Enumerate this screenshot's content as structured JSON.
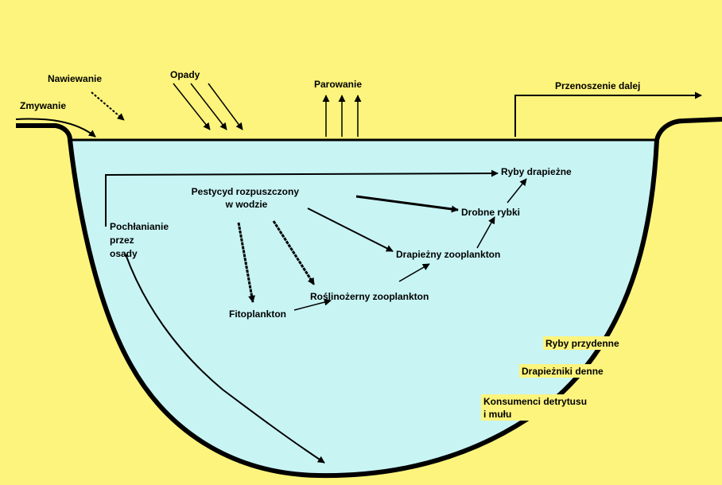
{
  "colors": {
    "background": "#fcf47c",
    "water": "#c8f4f4",
    "outline": "#000000",
    "label_highlight": "#fcf47c"
  },
  "labels": {
    "zmywanie": "Zmywanie",
    "nawiewanie": "Nawiewanie",
    "opady": "Opady",
    "parowanie": "Parowanie",
    "przenoszenie": "Przenoszenie dalej",
    "pestycyd_line1": "Pestycyd rozpuszczony",
    "pestycyd_line2": "w wodzie",
    "pochlanianie_line1": "Pochłanianie",
    "pochlanianie_line2": "przez",
    "pochlanianie_line3": "osady",
    "ryby_drapiezne": "Ryby drapieżne",
    "drobne_rybki": "Drobne rybki",
    "drapiezny_zooplankton": "Drapieżny zooplankton",
    "roslinozerny_zooplankton": "Roślinożerny zooplankton",
    "fitoplankton": "Fitoplankton",
    "ryby_przydenne": "Ryby przydenne",
    "drapiezniki_denne": "Drapieżniki denne",
    "konsumenci_line1": "Konsumenci detrytusu",
    "konsumenci_line2": "i mułu"
  }
}
